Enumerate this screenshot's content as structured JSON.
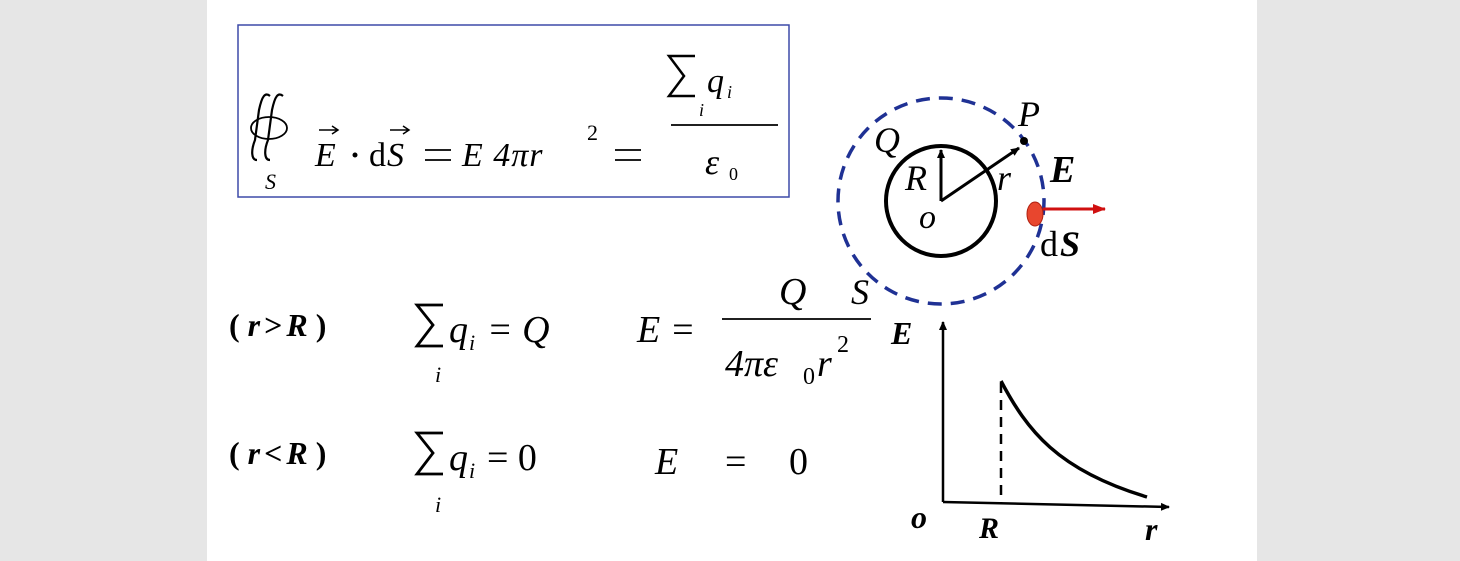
{
  "theme": {
    "box_border": "#3d4aa8",
    "dashed_circle": "#1f3194",
    "arrow_red": "#d01010",
    "patch_red": "#e8462e",
    "ink": "#000000"
  },
  "equation_box": {
    "surface_label": "S",
    "E_vec": "E",
    "dS_prefix": "d",
    "S_vec": "S",
    "middle": "E 4πr",
    "r_exp": "2",
    "sum_var": "q",
    "sum_sub": "i",
    "sum_index": "i",
    "epsilon": "ε",
    "epsilon_sub": "0"
  },
  "sphere": {
    "charge_label": "Q",
    "radius_label": "R",
    "center_label": "o",
    "r_label": "r",
    "point_label": "P",
    "field_label": "E",
    "dS_d": "d",
    "dS_S": "S",
    "gauss_surface_label": "S"
  },
  "case_outside": {
    "condition_r": "r",
    "condition_op": ">",
    "condition_R": "R",
    "sum_var": "q",
    "sum_sub": "i",
    "sum_index": "i",
    "sum_value": "= Q",
    "E_lhs": "E =",
    "numerator": "Q",
    "den_main": "4πε",
    "den_sub": "0",
    "den_r": "r",
    "den_exp": "2"
  },
  "case_inside": {
    "condition_r": "r",
    "condition_op": "<",
    "condition_R": "R",
    "sum_var": "q",
    "sum_sub": "i",
    "sum_index": "i",
    "sum_value": "= 0",
    "E_lhs": "E",
    "eq": "=",
    "E_value": "0"
  },
  "graph": {
    "y_label": "E",
    "origin_label": "o",
    "R_label": "R",
    "x_label": "r",
    "curve_relation": "E ∝ 1/r² for r > R, E = 0 for r < R"
  }
}
